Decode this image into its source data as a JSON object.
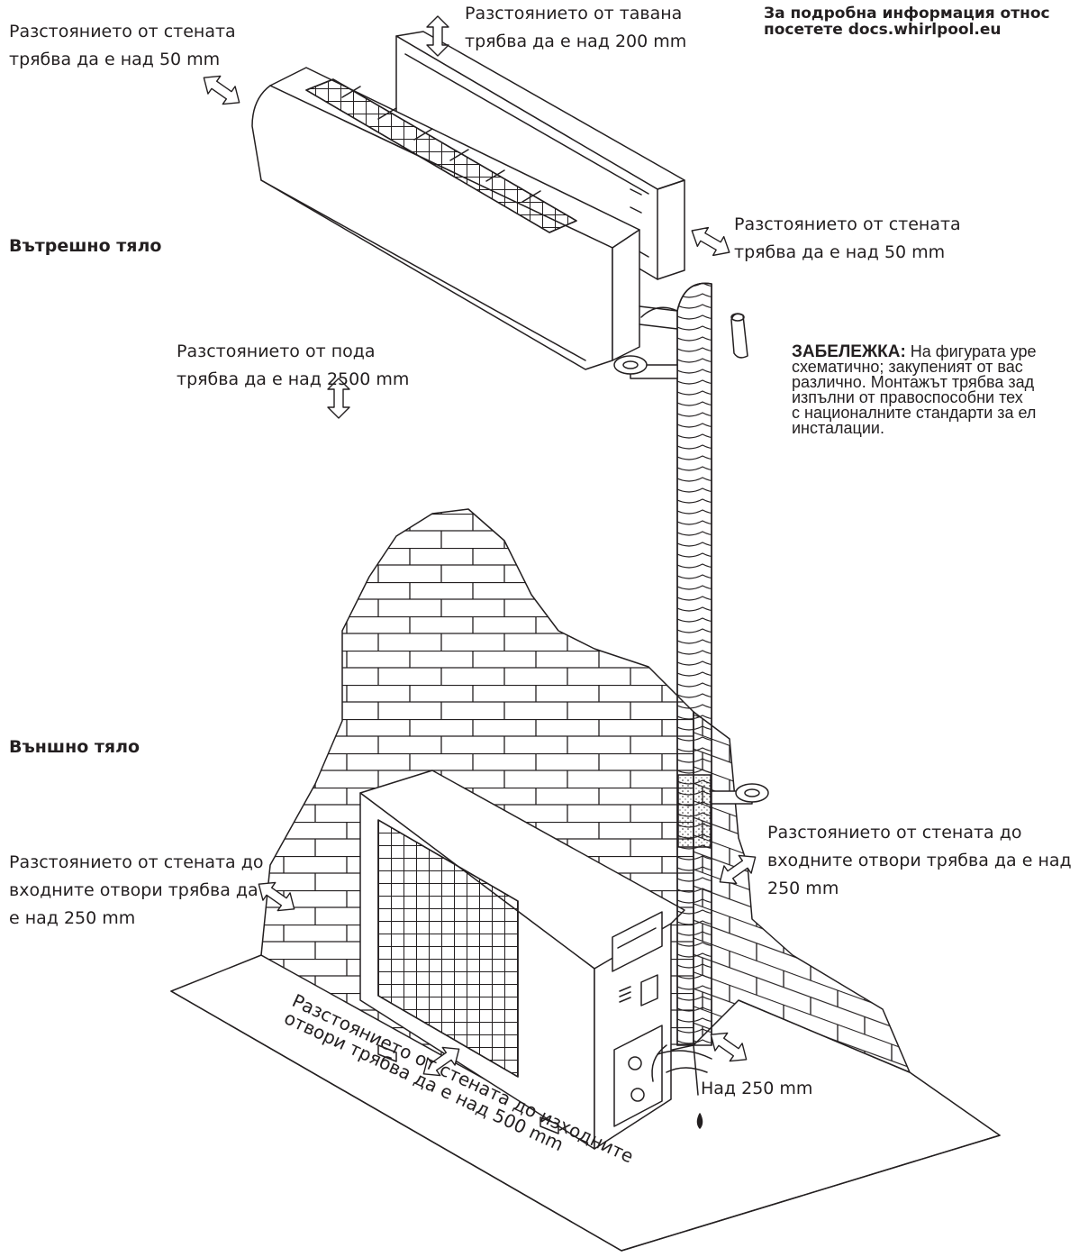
{
  "header": {
    "info_line1": "За подробна информация относ",
    "info_line2": "посетете docs.whirlpool.eu"
  },
  "sections": {
    "indoor": "Вътрешно тяло",
    "outdoor": "Външно тяло"
  },
  "labels": {
    "wall_left": [
      "Разстоянието от стената",
      "трябва да е над 50 mm"
    ],
    "ceiling": [
      "Разстоянието от тавана",
      "трябва да е над 200 mm"
    ],
    "wall_right": [
      "Разстоянието от стената",
      "трябва да е над 50 mm"
    ],
    "floor": [
      "Разстоянието от пода",
      "трябва да е над 2500 mm"
    ],
    "outdoor_left": [
      "Разстоянието от стената до",
      "входните отвори трябва да",
      "е над 250 mm"
    ],
    "outdoor_right": [
      "Разстоянието от стената до",
      "входните отвори трябва да е над",
      "250 mm"
    ],
    "outdoor_side": "Над 250 mm",
    "outlet": [
      "Разстоянието от стената до изходните",
      "отвори трябва да е над 500 mm"
    ]
  },
  "note": {
    "title": "ЗАБЕЛЕЖКА:",
    "line1": "На фигурата уре",
    "line2": "схематично; закупеният от вас",
    "line3": "различно. Монтажът трябва зад",
    "line4": "изпълни от правоспособни тех",
    "line5": "с националните стандарти за ел",
    "line6": "инсталации."
  },
  "colors": {
    "ink": "#231f20",
    "background": "#ffffff"
  },
  "icons": [
    "double-arrow-icon",
    "drain-drop-icon"
  ]
}
